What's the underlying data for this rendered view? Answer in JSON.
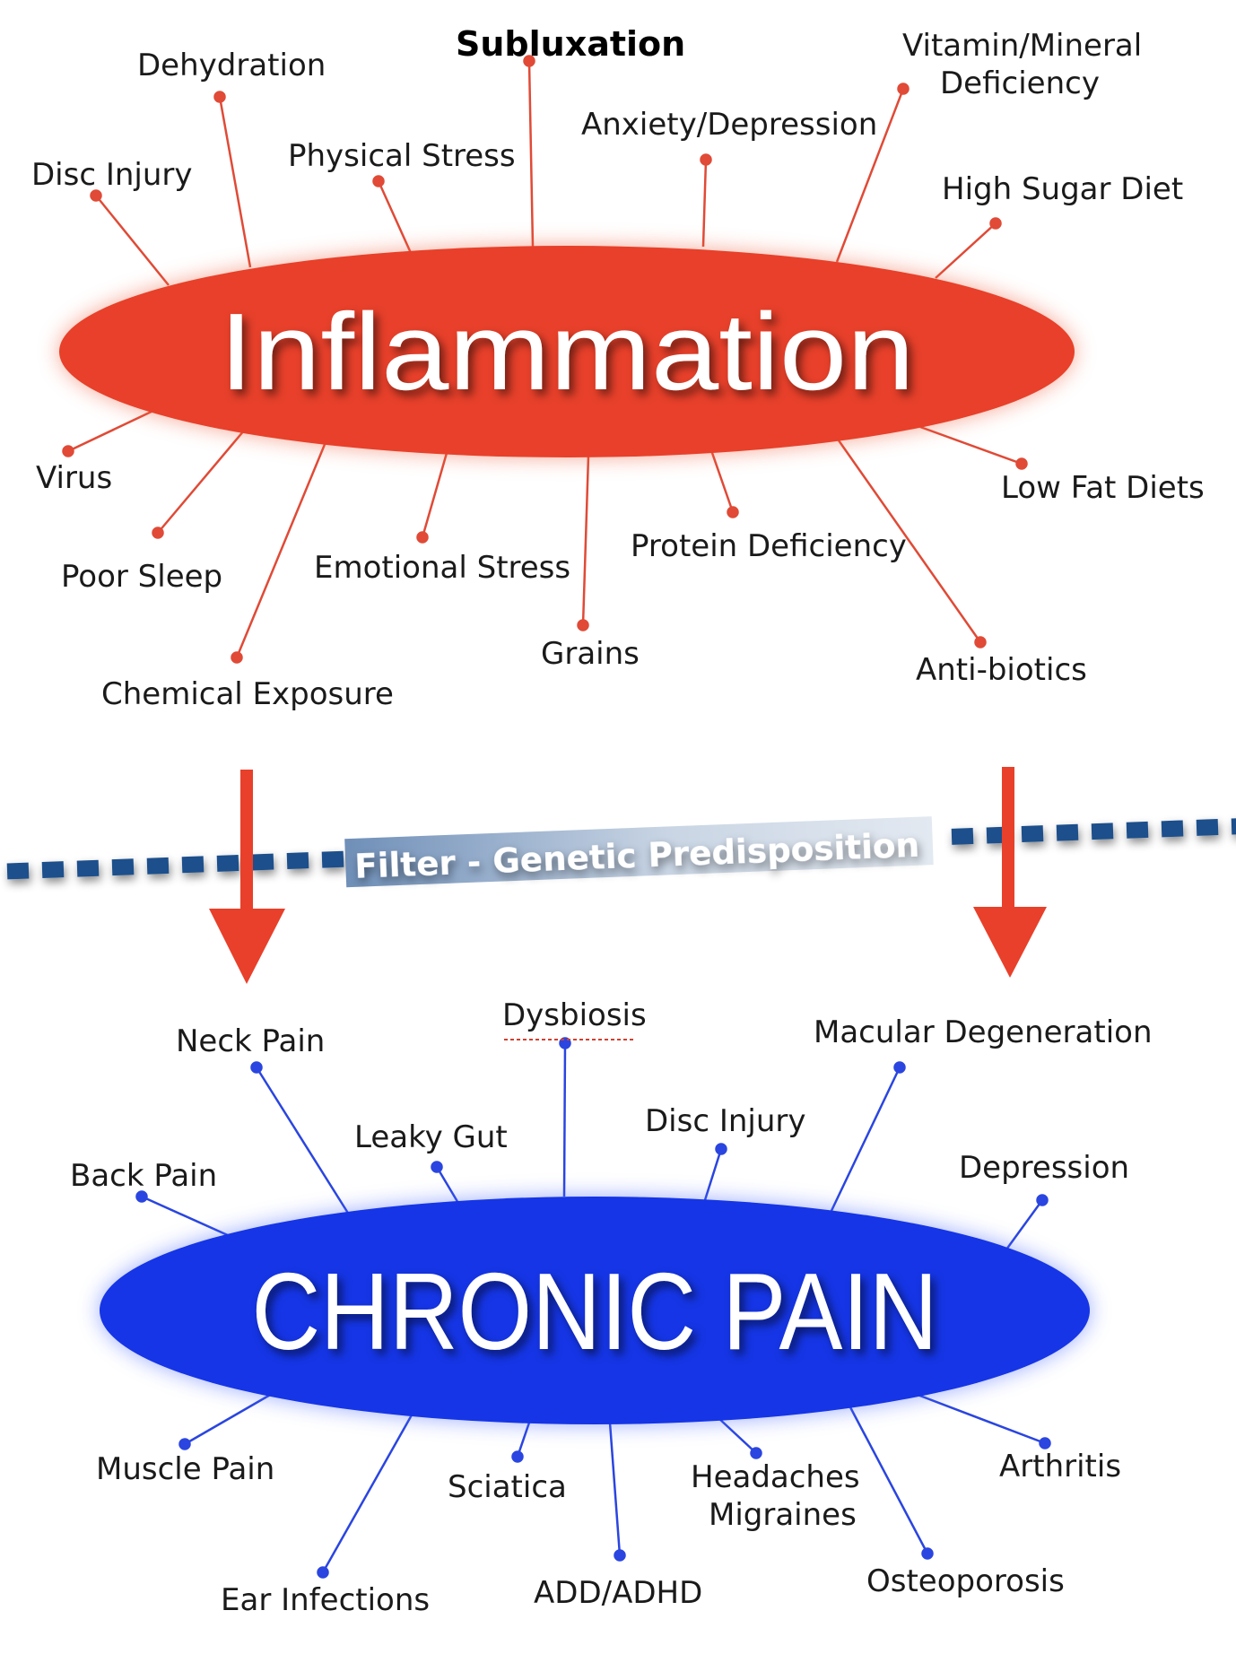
{
  "colors": {
    "inflammation": "#e8402a",
    "chronic": "#1535e6",
    "red_line": "#e04a36",
    "blue_line": "#2a45e0",
    "filter": "#1f4f8c",
    "arrow": "#e8402a"
  },
  "inflammation": {
    "title": "Inflammation",
    "causes": [
      {
        "id": "subluxation",
        "label": "Subluxation"
      },
      {
        "id": "dehydration",
        "label": "Dehydration"
      },
      {
        "id": "disc-injury",
        "label": "Disc Injury"
      },
      {
        "id": "physical-stress",
        "label": "Physical Stress"
      },
      {
        "id": "anxiety-depression",
        "label": "Anxiety/Depression"
      },
      {
        "id": "vitamin-mineral",
        "label": "Vitamin/Mineral"
      },
      {
        "id": "vitamin-deficiency",
        "label": "Deficiency"
      },
      {
        "id": "high-sugar-diet",
        "label": "High Sugar Diet"
      },
      {
        "id": "virus",
        "label": "Virus"
      },
      {
        "id": "poor-sleep",
        "label": "Poor Sleep"
      },
      {
        "id": "chemical-exposure",
        "label": "Chemical Exposure"
      },
      {
        "id": "emotional-stress",
        "label": "Emotional Stress"
      },
      {
        "id": "grains",
        "label": "Grains"
      },
      {
        "id": "protein-deficiency",
        "label": "Protein Deficiency"
      },
      {
        "id": "anti-biotics",
        "label": "Anti-biotics"
      },
      {
        "id": "low-fat-diets",
        "label": "Low Fat Diets"
      }
    ]
  },
  "filter": {
    "label": "Filter - Genetic Predisposition"
  },
  "chronic": {
    "title": "CHRONIC PAIN",
    "conditions": [
      {
        "id": "neck-pain",
        "label": "Neck Pain"
      },
      {
        "id": "dysbiosis",
        "label": "Dysbiosis"
      },
      {
        "id": "macular-degeneration",
        "label": "Macular Degeneration"
      },
      {
        "id": "leaky-gut",
        "label": "Leaky Gut"
      },
      {
        "id": "disc-injury",
        "label": "Disc Injury"
      },
      {
        "id": "back-pain",
        "label": "Back Pain"
      },
      {
        "id": "depression",
        "label": "Depression"
      },
      {
        "id": "muscle-pain",
        "label": "Muscle Pain"
      },
      {
        "id": "sciatica",
        "label": "Sciatica"
      },
      {
        "id": "headaches",
        "label": "Headaches"
      },
      {
        "id": "migraines",
        "label": "Migraines"
      },
      {
        "id": "arthritis",
        "label": "Arthritis"
      },
      {
        "id": "ear-infections",
        "label": "Ear Infections"
      },
      {
        "id": "add-adhd",
        "label": "ADD/ADHD"
      },
      {
        "id": "osteoporosis",
        "label": "Osteoporosis"
      }
    ]
  }
}
